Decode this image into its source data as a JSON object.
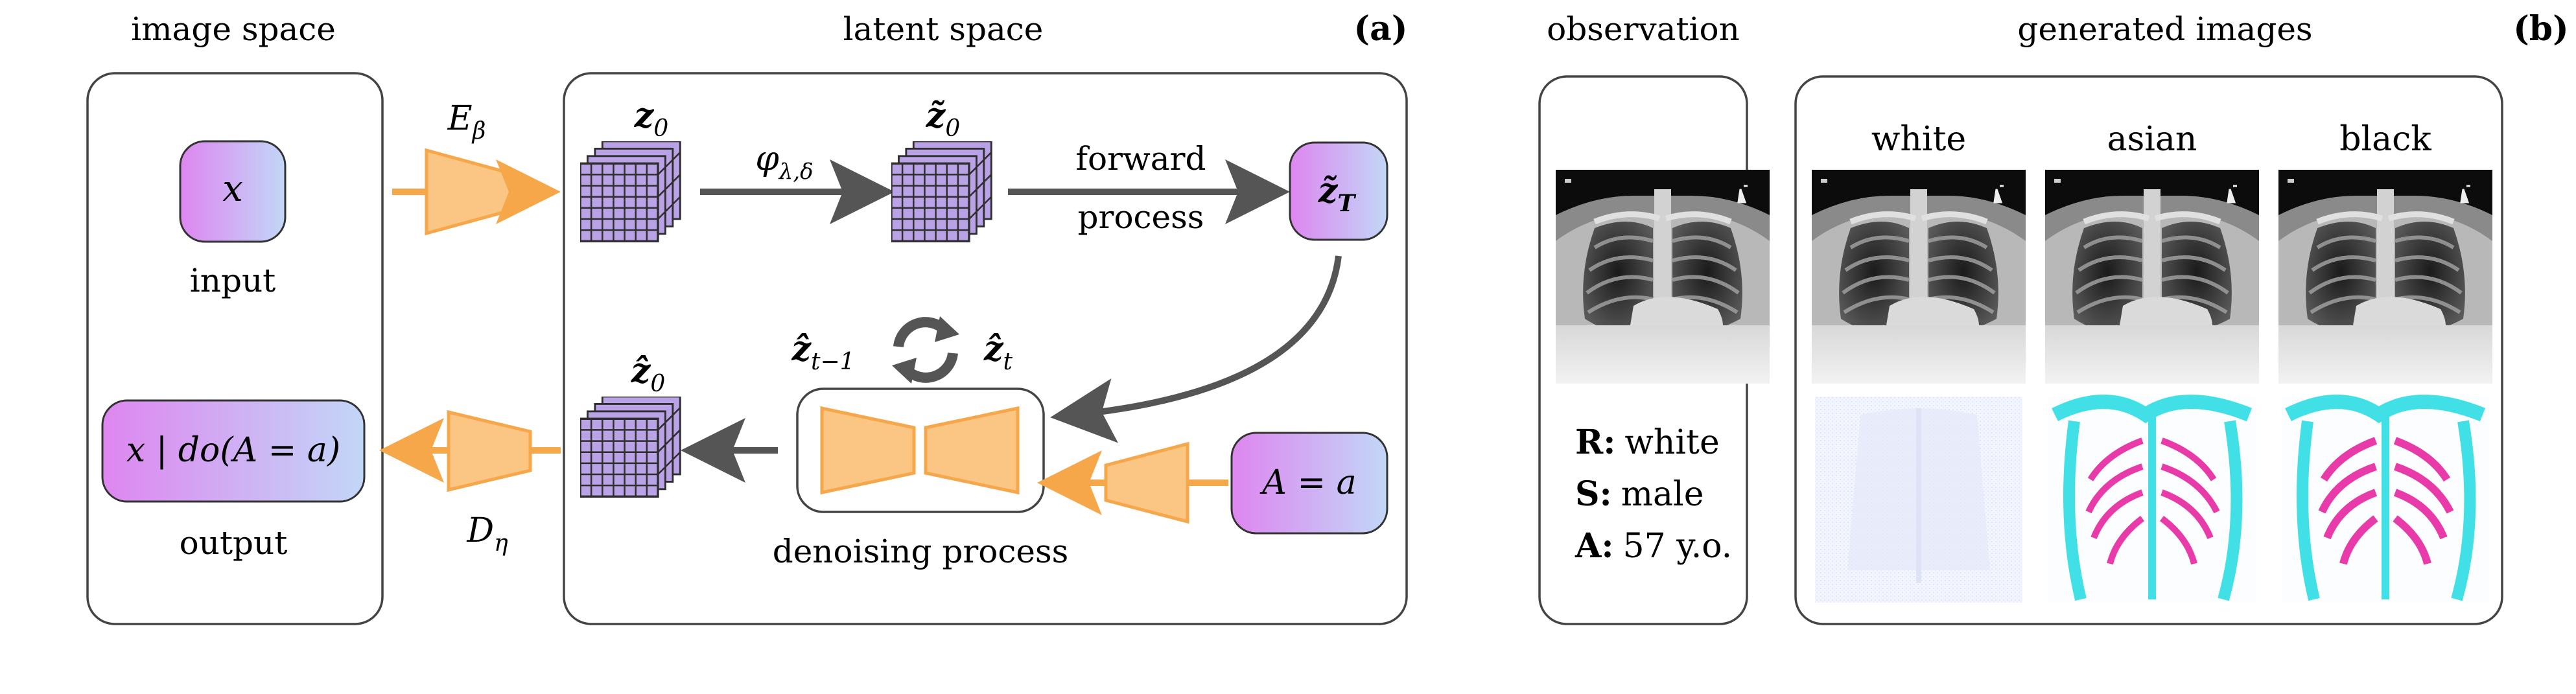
{
  "panel_a": {
    "tag": "(a)",
    "image_space": {
      "title": "image space",
      "input_symbol": "x",
      "input_label": "input",
      "output_expr": "x | do(A = a)",
      "output_label": "output"
    },
    "latent_space": {
      "title": "latent space",
      "z0": "z",
      "z0_sub": "0",
      "z0_tilde": "z̃",
      "z0_tilde_sub": "0",
      "zT_tilde": "z̃",
      "zT_sub": "T",
      "z0_hat": "ẑ",
      "z0_hat_sub": "0",
      "zt1_hat": "ẑ",
      "zt1_sub": "t−1",
      "zt_hat": "ẑ",
      "zt_sub": "t",
      "phi": "φ",
      "phi_sub": "λ,δ",
      "forward_line1": "forward",
      "forward_line2": "process",
      "denoise_label": "denoising process",
      "condition": "A = a"
    },
    "encoder": {
      "symbol": "E",
      "sub": "β"
    },
    "decoder": {
      "symbol": "D",
      "sub": "η"
    }
  },
  "panel_b": {
    "tag": "(b)",
    "observation_title": "observation",
    "generated_title": "generated images",
    "columns": [
      "white",
      "asian",
      "black"
    ],
    "attributes": [
      {
        "key": "R:",
        "value": "white"
      },
      {
        "key": "S:",
        "value": "male"
      },
      {
        "key": "A:",
        "value": "57 y.o."
      }
    ]
  },
  "colors": {
    "orange": "#f5a74a",
    "orange_fill": "#fbc584",
    "arrow_gray": "#555555",
    "grid_purple": "#b9a2e6",
    "box_grad_left": "#e28af0",
    "box_grad_right": "#bcd2f6",
    "cyan": "#40e0e6",
    "magenta": "#e83aa8"
  }
}
